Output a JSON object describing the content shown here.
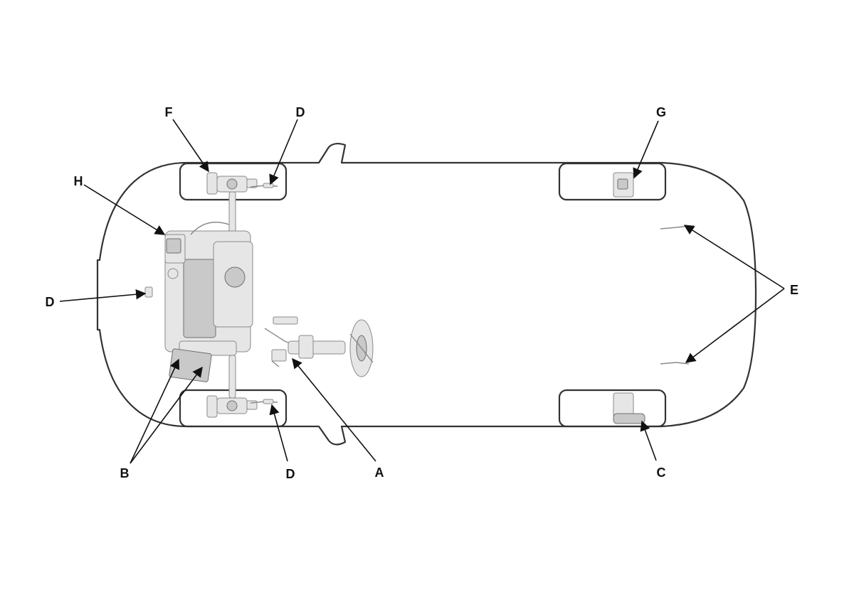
{
  "callouts": {
    "A": "A",
    "B": "B",
    "C": "C",
    "D_top": "D",
    "D_left": "D",
    "D_bottom": "D",
    "E": "E",
    "F": "F",
    "G": "G",
    "H": "H"
  },
  "colors": {
    "outline": "#333333",
    "leader": "#111111",
    "component_fill": "#e6e6e6",
    "component_stroke": "#8a8a8a"
  }
}
